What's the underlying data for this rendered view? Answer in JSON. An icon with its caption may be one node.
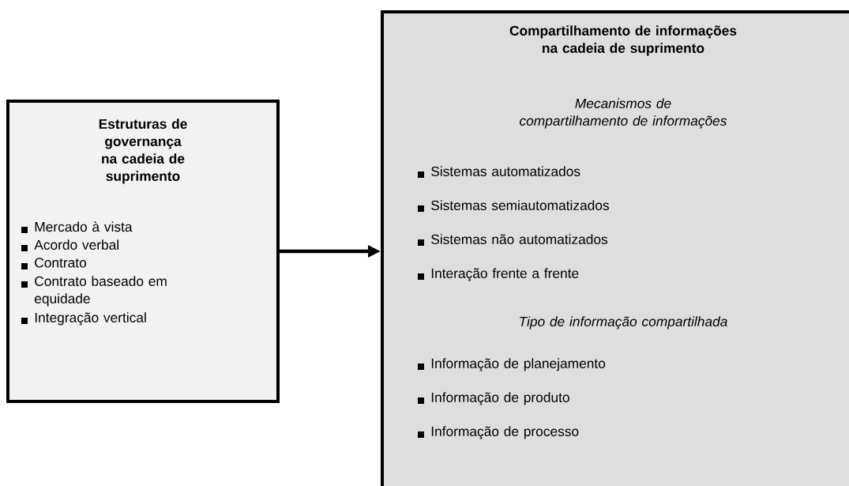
{
  "diagram": {
    "nodes": [
      {
        "text": [
          "Estruturas de governança na cadeia de suprimento",
          "Mercado à vista",
          "Acordo verbal",
          "Contrato",
          "Contrato baseado em equidade",
          "Integração vertical"
        ]
      },
      {
        "text": [
          "Compartilhamento de informações na cadeia de suprimento",
          "Mecanismos de compartilhamento de informações",
          "Sistemas automatizados",
          "Sistemas semiautomatizados",
          "Sistemas não automatizados",
          "Interação frente a frente",
          "Tipo de informação compartilhada",
          "Informação de planejamento",
          "Informação de produto",
          "Informação de processo"
        ]
      }
    ],
    "edges": [
      {
        "from": 0,
        "to": 1,
        "arrow": "to"
      }
    ]
  }
}
